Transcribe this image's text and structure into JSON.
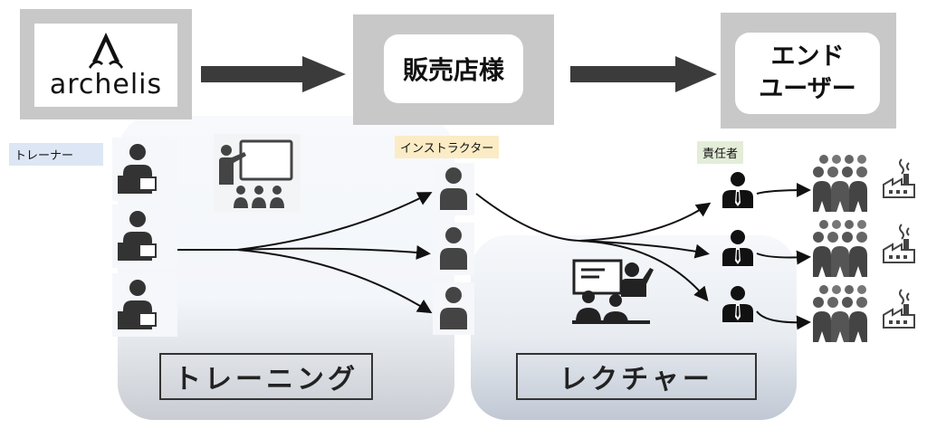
{
  "boxes": {
    "logo_text": "archelis",
    "dealer": "販売店様",
    "end_user_line1": "エンド",
    "end_user_line2": "ユーザー"
  },
  "tags": {
    "trainer": "トレーナー",
    "instructor": "インストラクター",
    "manager": "責任者"
  },
  "bottom": {
    "training": "トレーニング",
    "lecture": "レクチャー"
  },
  "icons": {
    "logo": "archelis-logo-mark",
    "trainer": "businessman-icon",
    "instructor": "person-icon",
    "manager": "manager-icon",
    "teaching": "whiteboard-teacher-icon",
    "lecture": "lecture-presentation-icon",
    "crowd": "crowd-icon",
    "factory": "factory-icon"
  },
  "colors": {
    "trainer_tag": "#dde6f4",
    "instructor_tag": "#fbecc6",
    "manager_tag": "#e3edd9",
    "arrow": "#3b3b3b"
  }
}
